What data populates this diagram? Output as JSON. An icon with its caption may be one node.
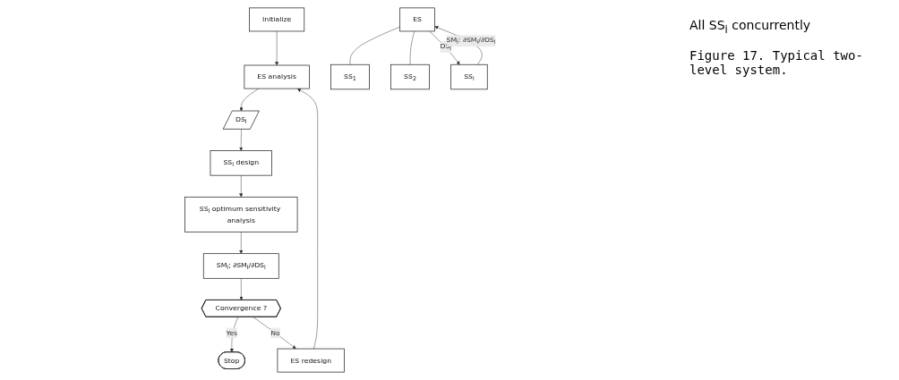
{
  "diagram": {
    "caption": "Figure 17. Typical two-level system.",
    "nodes": [
      {
        "text": [
          "Initialize"
        ]
      },
      {
        "text": [
          "ES analysis"
        ]
      },
      {
        "text": [
          "DS$_{i}$"
        ]
      },
      {
        "text": [
          "SS$_{i}$ design"
        ]
      },
      {
        "text": [
          "SS$_{i}$ optimum sensitivity analysis"
        ]
      },
      {
        "text": [
          "SM$_{i}$; ∂SM$_{i}$/∂DS$_{i}$"
        ]
      },
      {
        "text": [
          "Convergence ?"
        ]
      },
      {
        "text": [
          "Stop"
        ]
      },
      {
        "text": [
          "ES redesign"
        ]
      },
      {
        "text": [
          "ES"
        ]
      },
      {
        "text": [
          "SS$_{1}$"
        ]
      },
      {
        "text": [
          "SS$_{2}$"
        ]
      },
      {
        "text": [
          "SS$_{i}$"
        ]
      }
    ],
    "edges": [
      {
        "from": 0,
        "to": 1,
        "arrow": "to"
      },
      {
        "from": 1,
        "to": 2,
        "arrow": "to"
      },
      {
        "from": 2,
        "to": 3,
        "arrow": "to"
      },
      {
        "from": 3,
        "to": 4,
        "arrow": "to"
      },
      {
        "from": 4,
        "to": 5,
        "arrow": "to"
      },
      {
        "from": 5,
        "to": 6,
        "arrow": "to"
      },
      {
        "from": 6,
        "to": 7,
        "label": "Yes",
        "arrow": "to"
      },
      {
        "from": 6,
        "to": 8,
        "label": "No",
        "arrow": "to"
      },
      {
        "from": 8,
        "to": 1,
        "arrow": "to"
      },
      {
        "from": 9,
        "to": 10,
        "arrow": "none"
      },
      {
        "from": 9,
        "to": 11,
        "arrow": "none"
      },
      {
        "from": 9,
        "to": 12,
        "label": "DS$_{i}$",
        "arrow": "to"
      },
      {
        "from": 12,
        "to": 9,
        "label": "SM$_{i}$: ∂SM$_{i}$/∂DS$_{i}$",
        "arrow": "to"
      }
    ],
    "labels": [
      "All SS$_{i}$ concurrently"
    ]
  }
}
